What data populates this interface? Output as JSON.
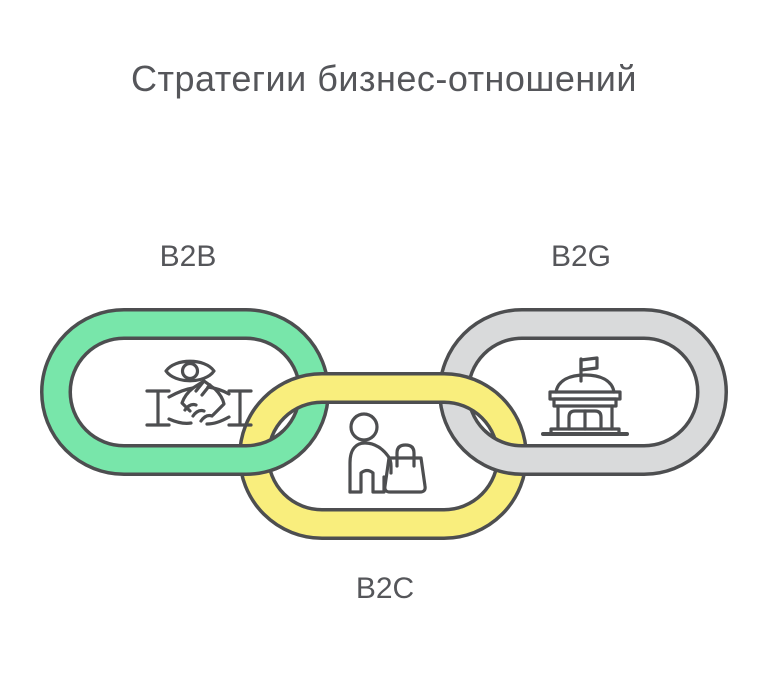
{
  "diagram": {
    "title": "Стратегии бизнес-отношений",
    "background_color": "#ffffff",
    "outline_color": "#4d4e50",
    "text_color": "#55565a",
    "links": [
      {
        "id": "b2b",
        "label": "B2B",
        "color": "#78e6aa",
        "icon": "eye-handshake-icon"
      },
      {
        "id": "b2c",
        "label": "B2C",
        "color": "#f9ee7d",
        "icon": "person-shopping-bag-icon"
      },
      {
        "id": "b2g",
        "label": "B2G",
        "color": "#d9dadb",
        "icon": "government-building-icon"
      }
    ]
  }
}
